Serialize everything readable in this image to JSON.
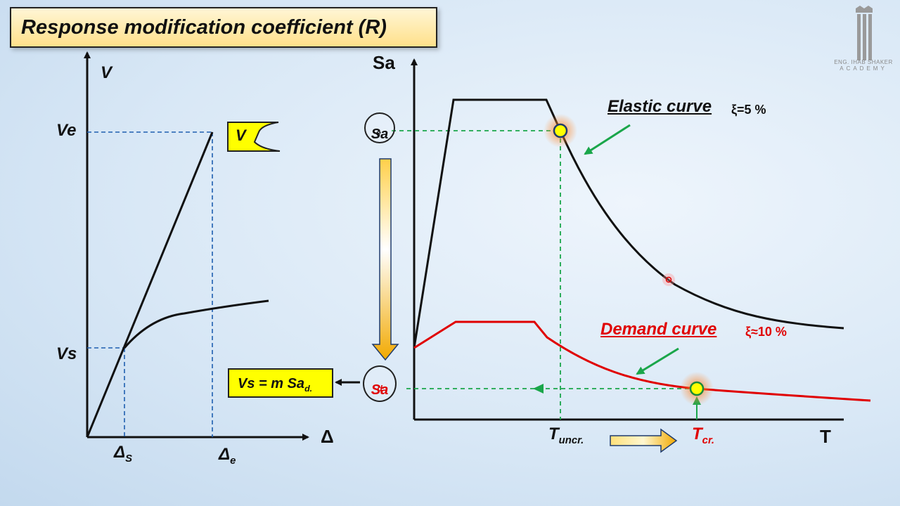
{
  "title": "Response modification coefficient (R)",
  "logo": {
    "text": "ENG. IHAB SHAKER",
    "subtext": "ACADEMY"
  },
  "left_plot": {
    "y_axis": "V",
    "x_axis": "Δ",
    "ve": "Ve",
    "vs": "Vs",
    "delta_s": "Δ",
    "delta_s_sub": "S",
    "delta_e": "Δ",
    "delta_e_sub": "e",
    "partial_box": "V",
    "formula_main": "Vs = m Sa",
    "formula_sub": "d."
  },
  "right_plot": {
    "y_axis": "Sa",
    "x_axis": "T",
    "sae_main": "Sa",
    "sae_sub": "e.",
    "sad_main": "Sa",
    "sad_sub": "d",
    "t_uncr_main": "T",
    "t_uncr_sub": "uncr.",
    "t_cr_main": "T",
    "t_cr_sub": "cr.",
    "elastic_label": "Elastic curve",
    "elastic_xi": "ξ=5 %",
    "demand_label": "Demand curve",
    "demand_xi": "ξ≈10 %"
  },
  "colors": {
    "elastic": "#000000",
    "demand": "#e00000",
    "guide_blue": "#1f5fb0",
    "guide_green": "#1aa64a",
    "highlight": "#ffff00"
  }
}
